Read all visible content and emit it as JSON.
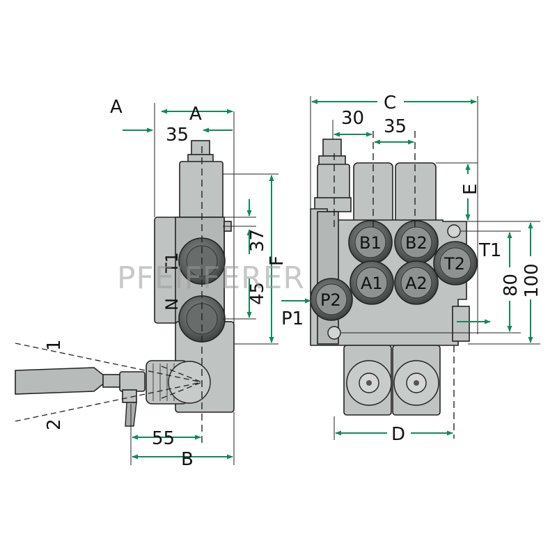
{
  "colors": {
    "dimension": "#0f8a5a",
    "body": "#bfc3c2",
    "outline": "#222222",
    "port_dark": "#4f5453"
  },
  "watermark": "PFEIFFERER",
  "side_view": {
    "dim_A_outer": "A",
    "dim_A_inner": "A",
    "dim_35": "35",
    "dim_37": "37",
    "dim_45": "45",
    "dim_F": "F",
    "port_T1": "T1",
    "port_N": "N",
    "lever_pos_1": "1",
    "lever_pos_2": "2",
    "dim_55": "55",
    "dim_B": "B"
  },
  "front_view": {
    "dim_C": "C",
    "dim_30": "30",
    "dim_35": "35",
    "dim_E": "E",
    "port_B1": "B1",
    "port_B2": "B2",
    "port_A1": "A1",
    "port_A2": "A2",
    "port_P2": "P2",
    "port_T2": "T2",
    "label_T1": "T1",
    "label_P1": "P1",
    "dim_80": "80",
    "dim_100": "100",
    "dim_D": "D"
  }
}
